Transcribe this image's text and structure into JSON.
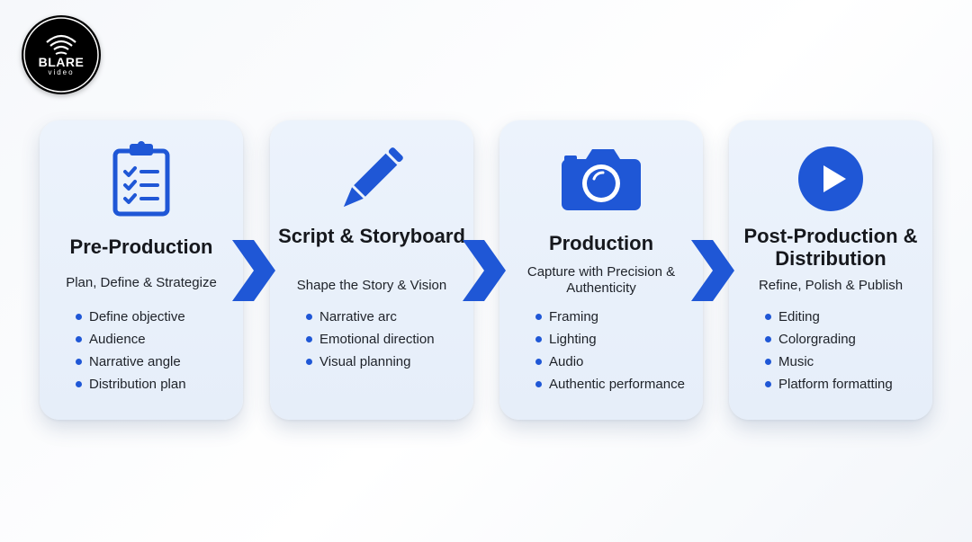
{
  "brand": {
    "logo_word": "BLARE",
    "logo_sub": "video"
  },
  "colors": {
    "accent": "#1f57d6",
    "card_bg": "#e8f0fb",
    "text": "#16181d"
  },
  "stages": [
    {
      "icon": "clipboard-checklist-icon",
      "title": "Pre-Production",
      "subtitle": "Plan, Define & Strategize",
      "items": [
        "Define objective",
        "Audience",
        "Narrative angle",
        "Distribution plan"
      ]
    },
    {
      "icon": "pencil-icon",
      "title": "Script & Storyboard",
      "subtitle": "Shape the Story & Vision",
      "items": [
        "Narrative arc",
        "Emotional direction",
        "Visual planning"
      ]
    },
    {
      "icon": "camera-icon",
      "title": "Production",
      "subtitle": "Capture with Precision & Authenticity",
      "items": [
        "Framing",
        "Lighting",
        "Audio",
        "Authentic performance"
      ]
    },
    {
      "icon": "play-button-icon",
      "title": "Post-Production & Distribution",
      "subtitle": "Refine, Polish & Publish",
      "items": [
        "Editing",
        "Colorgrading",
        "Music",
        "Platform formatting"
      ]
    }
  ]
}
